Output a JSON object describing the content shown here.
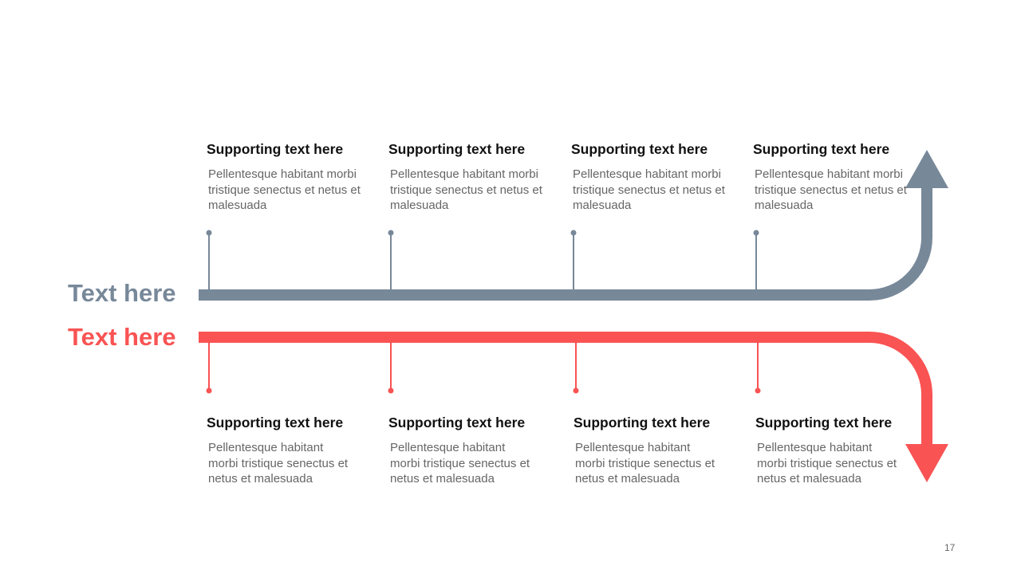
{
  "colors": {
    "top_track": "#778899",
    "bottom_track": "#F95353",
    "title_text": "#111111",
    "body_text": "#666666"
  },
  "top_track": {
    "label": "Text here",
    "items": [
      {
        "title": "Supporting text here",
        "body": "Pellentesque habitant morbi tristique senectus et netus et malesuada"
      },
      {
        "title": "Supporting text here",
        "body": "Pellentesque habitant morbi tristique senectus et netus et malesuada"
      },
      {
        "title": "Supporting text here",
        "body": "Pellentesque habitant morbi tristique senectus et netus et malesuada"
      },
      {
        "title": "Supporting text here",
        "body": "Pellentesque habitant morbi tristique senectus et netus et malesuada"
      }
    ]
  },
  "bottom_track": {
    "label": "Text here",
    "items": [
      {
        "title": "Supporting text here",
        "body": "Pellentesque habitant morbi tristique senectus et netus et malesuada"
      },
      {
        "title": "Supporting text here",
        "body": "Pellentesque habitant morbi tristique senectus et netus et malesuada"
      },
      {
        "title": "Supporting text here",
        "body": "Pellentesque habitant morbi tristique senectus et netus et malesuada"
      },
      {
        "title": "Supporting text here",
        "body": "Pellentesque habitant morbi tristique senectus et netus et malesuada"
      }
    ]
  },
  "page_number": "17"
}
